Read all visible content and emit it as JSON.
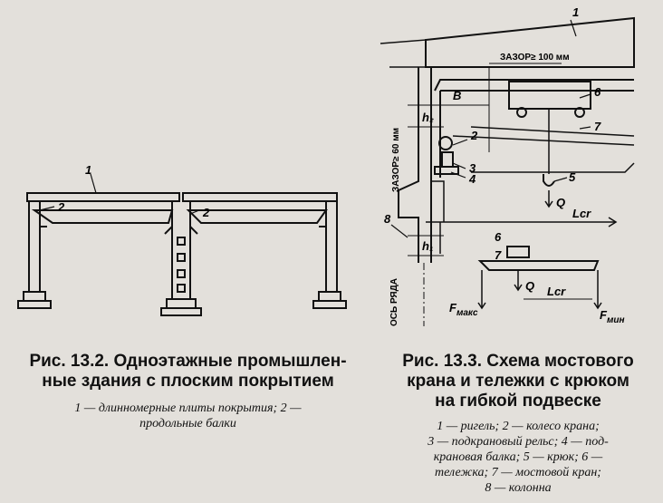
{
  "fig1": {
    "labels": {
      "n1": "1",
      "n2a": "2",
      "n2b": "2"
    },
    "title": "Рис. 13.2. Одноэтажные промышленные здания с плоским покрытием",
    "title_line1": "Рис. 13.2. Одноэтажные промышлен-",
    "title_line2": "ные здания с плоским покрытием",
    "legend_line1": "1 — длинномерные плиты покрытия; 2 —",
    "legend_line2": "продольные балки"
  },
  "fig2": {
    "labels": {
      "n1": "1",
      "n2": "2",
      "n3": "3",
      "n4": "4",
      "n5": "5",
      "n6": "6",
      "n7": "7",
      "n8": "8",
      "n6b": "6",
      "n7b": "7",
      "gap_top": "ЗАЗОР≥ 100 мм",
      "gap_side": "ЗАЗОР≥ 60 мм",
      "axis": "ОСЬ РЯДА",
      "B": "B",
      "h2": "h₂",
      "h1": "h₁",
      "Q1": "Q",
      "Q2": "Q",
      "Lcr1": "Lcr",
      "Lcr2": "Lcr",
      "Fmax": "F",
      "Fmax_sub": "макс",
      "Fmin": "F",
      "Fmin_sub": "мин"
    },
    "title_line1": "Рис. 13.3. Схема мостового",
    "title_line2": "крана и тележки с крюком",
    "title_line3": "на гибкой подвеске",
    "legend_line1": "1 — ригель; 2 — колесо крана;",
    "legend_line2": "3 — подкрановый рельс; 4 — под-",
    "legend_line3": "крановая балка; 5 — крюк; 6 —",
    "legend_line4": "тележка; 7 — мостовой кран;",
    "legend_line5": "8 — колонна"
  }
}
